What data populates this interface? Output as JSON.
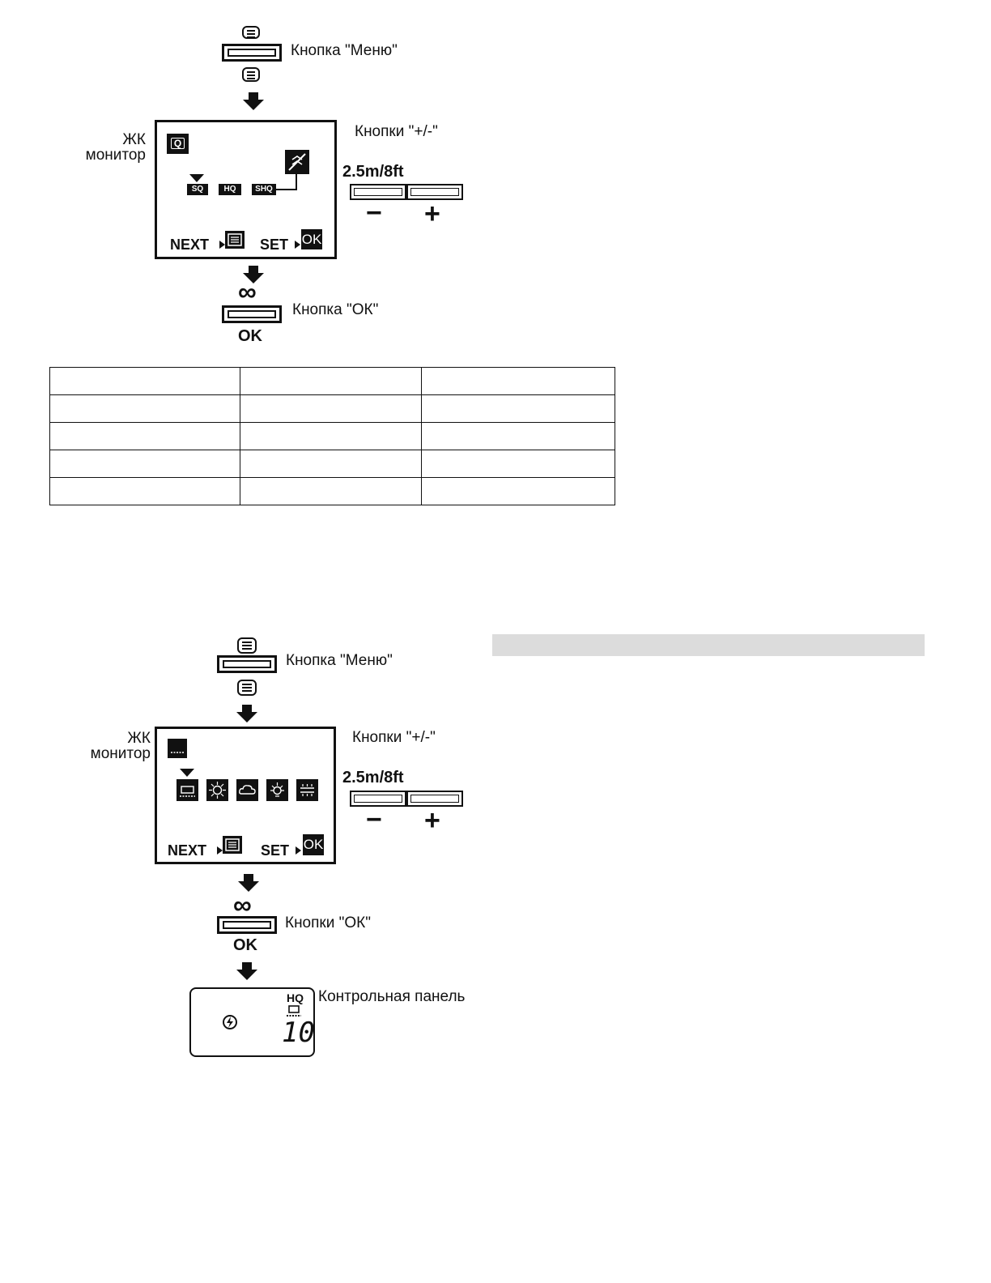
{
  "diagram1": {
    "menu_button_label": "Кнопка \"Меню\"",
    "lcd_label": "ЖК\nмонитор",
    "plus_minus_label": "Кнопки \"+/-\"",
    "distance": "2.5m/8ft",
    "minus": "−",
    "plus": "+",
    "quality_options": [
      "SQ",
      "HQ",
      "SHQ"
    ],
    "next_label": "NEXT",
    "set_label": "SET",
    "ok_glyph": "OK",
    "ok_button_label": "Кнопка \"ОК\"",
    "ok_text": "OK",
    "infinity": "∞"
  },
  "table": {
    "rows": [
      [
        "",
        "",
        ""
      ],
      [
        "",
        "",
        ""
      ],
      [
        "",
        "",
        ""
      ],
      [
        "",
        "",
        ""
      ],
      [
        "",
        "",
        ""
      ]
    ]
  },
  "diagram2": {
    "menu_button_label": "Кнопка \"Меню\"",
    "lcd_label": "ЖК\nмонитор",
    "plus_minus_label": "Кнопки \"+/-\"",
    "distance": "2.5m/8ft",
    "minus": "−",
    "plus": "+",
    "wb_icons": [
      "auto-wb-icon",
      "sun-icon",
      "cloud-icon",
      "lamp-icon",
      "fluorescent-icon"
    ],
    "next_label": "NEXT",
    "set_label": "SET",
    "ok_glyph": "OK",
    "ok_button_label": "Кнопки \"ОК\"",
    "ok_text": "OK",
    "infinity": "∞",
    "control_panel_label": "Контрольная панель",
    "panel_quality": "HQ",
    "panel_count": "10"
  }
}
